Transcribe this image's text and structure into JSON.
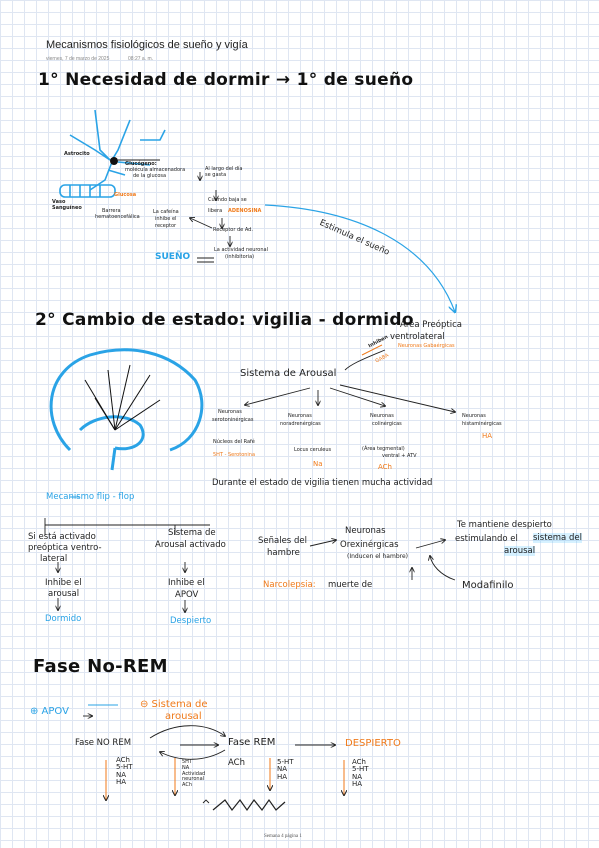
{
  "header": {
    "title": "Mecanismos fisiológicos de sueño y vigía",
    "date": "viernes, 7 de marzo de 2025",
    "time": "08:27 a. m."
  },
  "section1": {
    "heading": "1° Necesidad de dormir → 1° de sueño",
    "astrocito": "Astrocito",
    "glucogeno": "Glucógeno:",
    "glucogeno_desc": "molécula almacenadora",
    "glucogeno_desc2": "de la glucosa",
    "vaso": "Vaso",
    "sanguineo": "Sanguíneo",
    "glucosa": "Glucosa",
    "barrera": "Barrera",
    "hematoencefalica": "hematoencefálica",
    "flow1a": "Al largo del día",
    "flow1b": "se gasta",
    "flow2a": "Cuando baja se",
    "flow2b": "libera",
    "adenosina": "ADENOSINA",
    "cafeina1": "La cafeína",
    "cafeina2": "inhibe el",
    "cafeina3": "receptor",
    "receptor": "Receptor de Ad.",
    "actividad1": "La actividad neuronal",
    "actividad2": "(inhibitoria)",
    "sueno": "SUEÑO",
    "estimula": "Estimula el sueño"
  },
  "section2": {
    "heading": "2° Cambio de estado: vigilia - dormido",
    "area1": "Área Preóptica",
    "area2": "ventrolateral",
    "area3": "Neuronas Gabaérgicas",
    "inhiben": "Inhiben",
    "gaba": "GABA",
    "arousal": "Sistema de Arousal",
    "n1a": "Neuronas",
    "n1b": "serotoninérgicas",
    "n1c": "Núcleos del Rafé",
    "n1d": "5HT - Serotonina",
    "n2a": "Neuronas",
    "n2b": "noradrenérgicas",
    "n2c": "Locus ceruleus",
    "n2d": "Na",
    "n3a": "Neuronas",
    "n3b": "colinérgicas",
    "n3c": "(Área tegmental)",
    "n3d": "ventral + ATV",
    "n3e": "ACh",
    "n4a": "Neuronas",
    "n4b": "histaminérgicas",
    "n4c": "HA",
    "durante": "Durante el estado de vigilia tienen mucha actividad",
    "flipflop": "Mecanismo flip - flop",
    "c1a": "Si está activado",
    "c1b": "preóptica ventro-",
    "c1c": "lateral",
    "c1d": "Inhibe el",
    "c1e": "arousal",
    "c1f": "Dormido",
    "c2a": "Sistema de",
    "c2b": "Arousal activado",
    "c2c": "Inhibe el",
    "c2d": "APOV",
    "c2e": "Despierto",
    "senales1": "Señales del",
    "senales2": "hambre",
    "orex1": "Neuronas",
    "orex2": "Orexinérgicas",
    "orex3": "(Inducen el hambre)",
    "mant1": "Te mantiene despierto",
    "mant2": "estimulando el",
    "mant3": "sistema del",
    "mant4": "arousal",
    "narco": "Narcolepsia:",
    "narco2": "muerte de",
    "modafinilo": "Modafinilo"
  },
  "section3": {
    "heading": "Fase No-REM",
    "apov": "⊕ APOV",
    "sistema1": "⊖ Sistema de",
    "sistema2": "arousal",
    "fase1": "Fase NO REM",
    "fase2": "Fase REM",
    "despierto": "DESPIERTO",
    "col1": [
      "ACh",
      "5-HT",
      "NA",
      "HA"
    ],
    "col2": [
      "5HT",
      "NA",
      "Actividad",
      "neuronal",
      "ACh"
    ],
    "ach": "ACh",
    "col3": [
      "5-HT",
      "NA",
      "HA"
    ],
    "col4": [
      "ACh",
      "5-HT",
      "NA",
      "HA"
    ]
  },
  "footer": {
    "text": "Semana 4 página 1"
  }
}
